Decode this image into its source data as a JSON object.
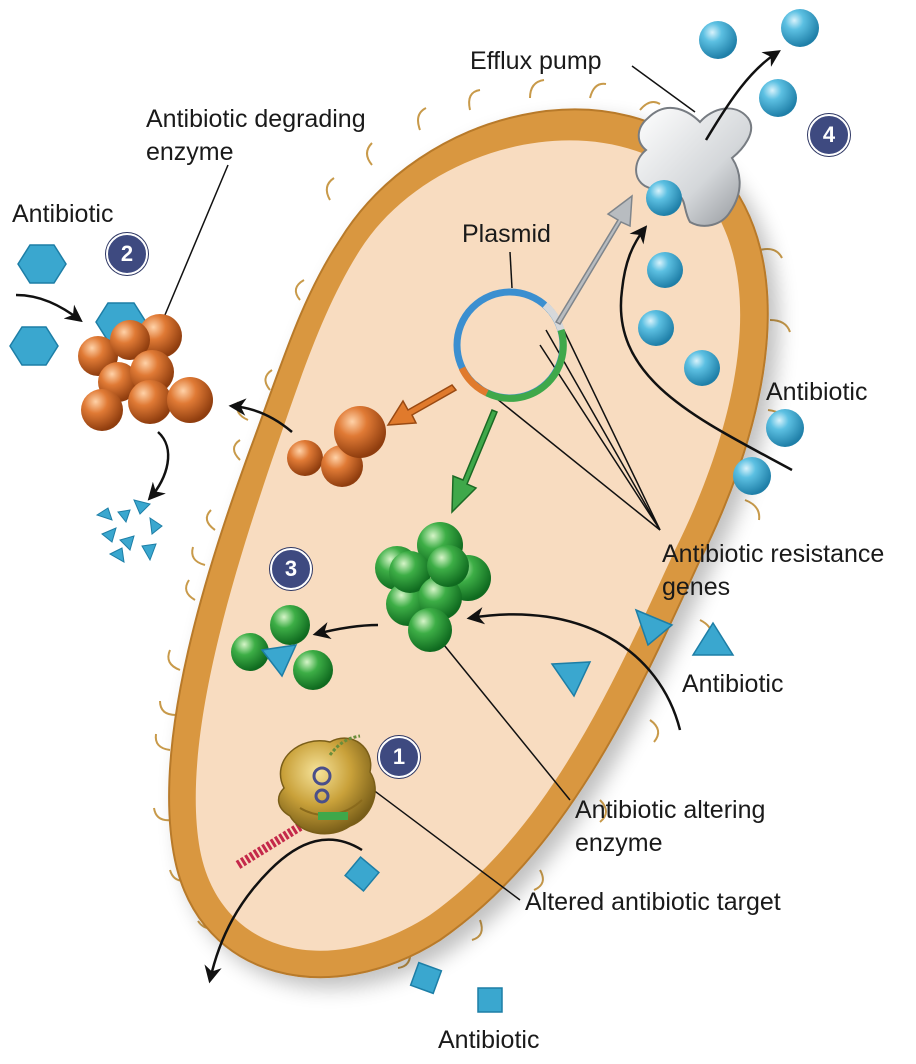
{
  "labels": {
    "efflux_pump": "Efflux pump",
    "degrading_enzyme_line1": "Antibiotic degrading",
    "degrading_enzyme_line2": "enzyme",
    "antibiotic_hexagon": "Antibiotic",
    "plasmid": "Plasmid",
    "antibiotic_sphere": "Antibiotic",
    "resistance_genes_line1": "Antibiotic resistance",
    "resistance_genes_line2": "genes",
    "antibiotic_triangle": "Antibiotic",
    "altering_enzyme_line1": "Antibiotic altering",
    "altering_enzyme_line2": "enzyme",
    "altered_target": "Altered antibiotic target",
    "antibiotic_square": "Antibiotic"
  },
  "badges": {
    "one": "1",
    "two": "2",
    "three": "3",
    "four": "4"
  },
  "colors": {
    "cell_wall": "#d9973f",
    "cytoplasm": "#f8dcc0",
    "antibiotic_blue": "#3aa7cf",
    "degrading_enzyme": "#d9682a",
    "altering_enzyme": "#2f9e3a",
    "badge": "#3e4a80",
    "efflux_pump": "#d6d8da",
    "plasmid_blue": "#3b8fd0",
    "plasmid_green": "#3fa84a",
    "plasmid_orange": "#e07a2c",
    "ribosome": "#c9a13a"
  }
}
